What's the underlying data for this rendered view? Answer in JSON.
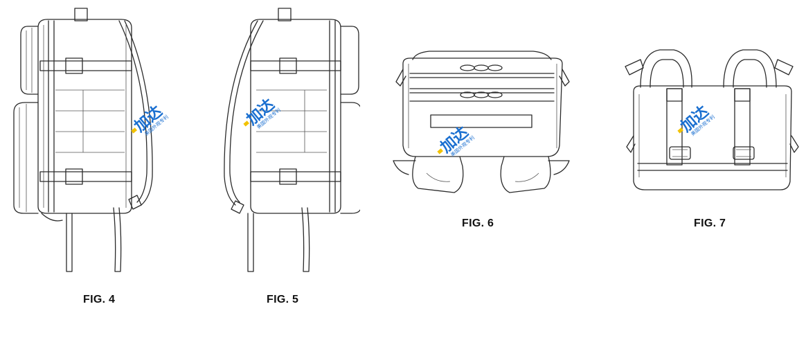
{
  "figures": [
    {
      "id": "fig4",
      "caption": "FIG. 4",
      "view": "side view"
    },
    {
      "id": "fig5",
      "caption": "FIG. 5",
      "view": "opposite side view"
    },
    {
      "id": "fig6",
      "caption": "FIG. 6",
      "view": "top view"
    },
    {
      "id": "fig7",
      "caption": "FIG. 7",
      "view": "bottom view"
    }
  ],
  "watermark": {
    "logo_text": "加达",
    "sub_text": "美国外观专利",
    "color": "#1a6fd0",
    "accent": "#f2c200"
  },
  "line_color": "#2a2a2a",
  "background": "#ffffff"
}
